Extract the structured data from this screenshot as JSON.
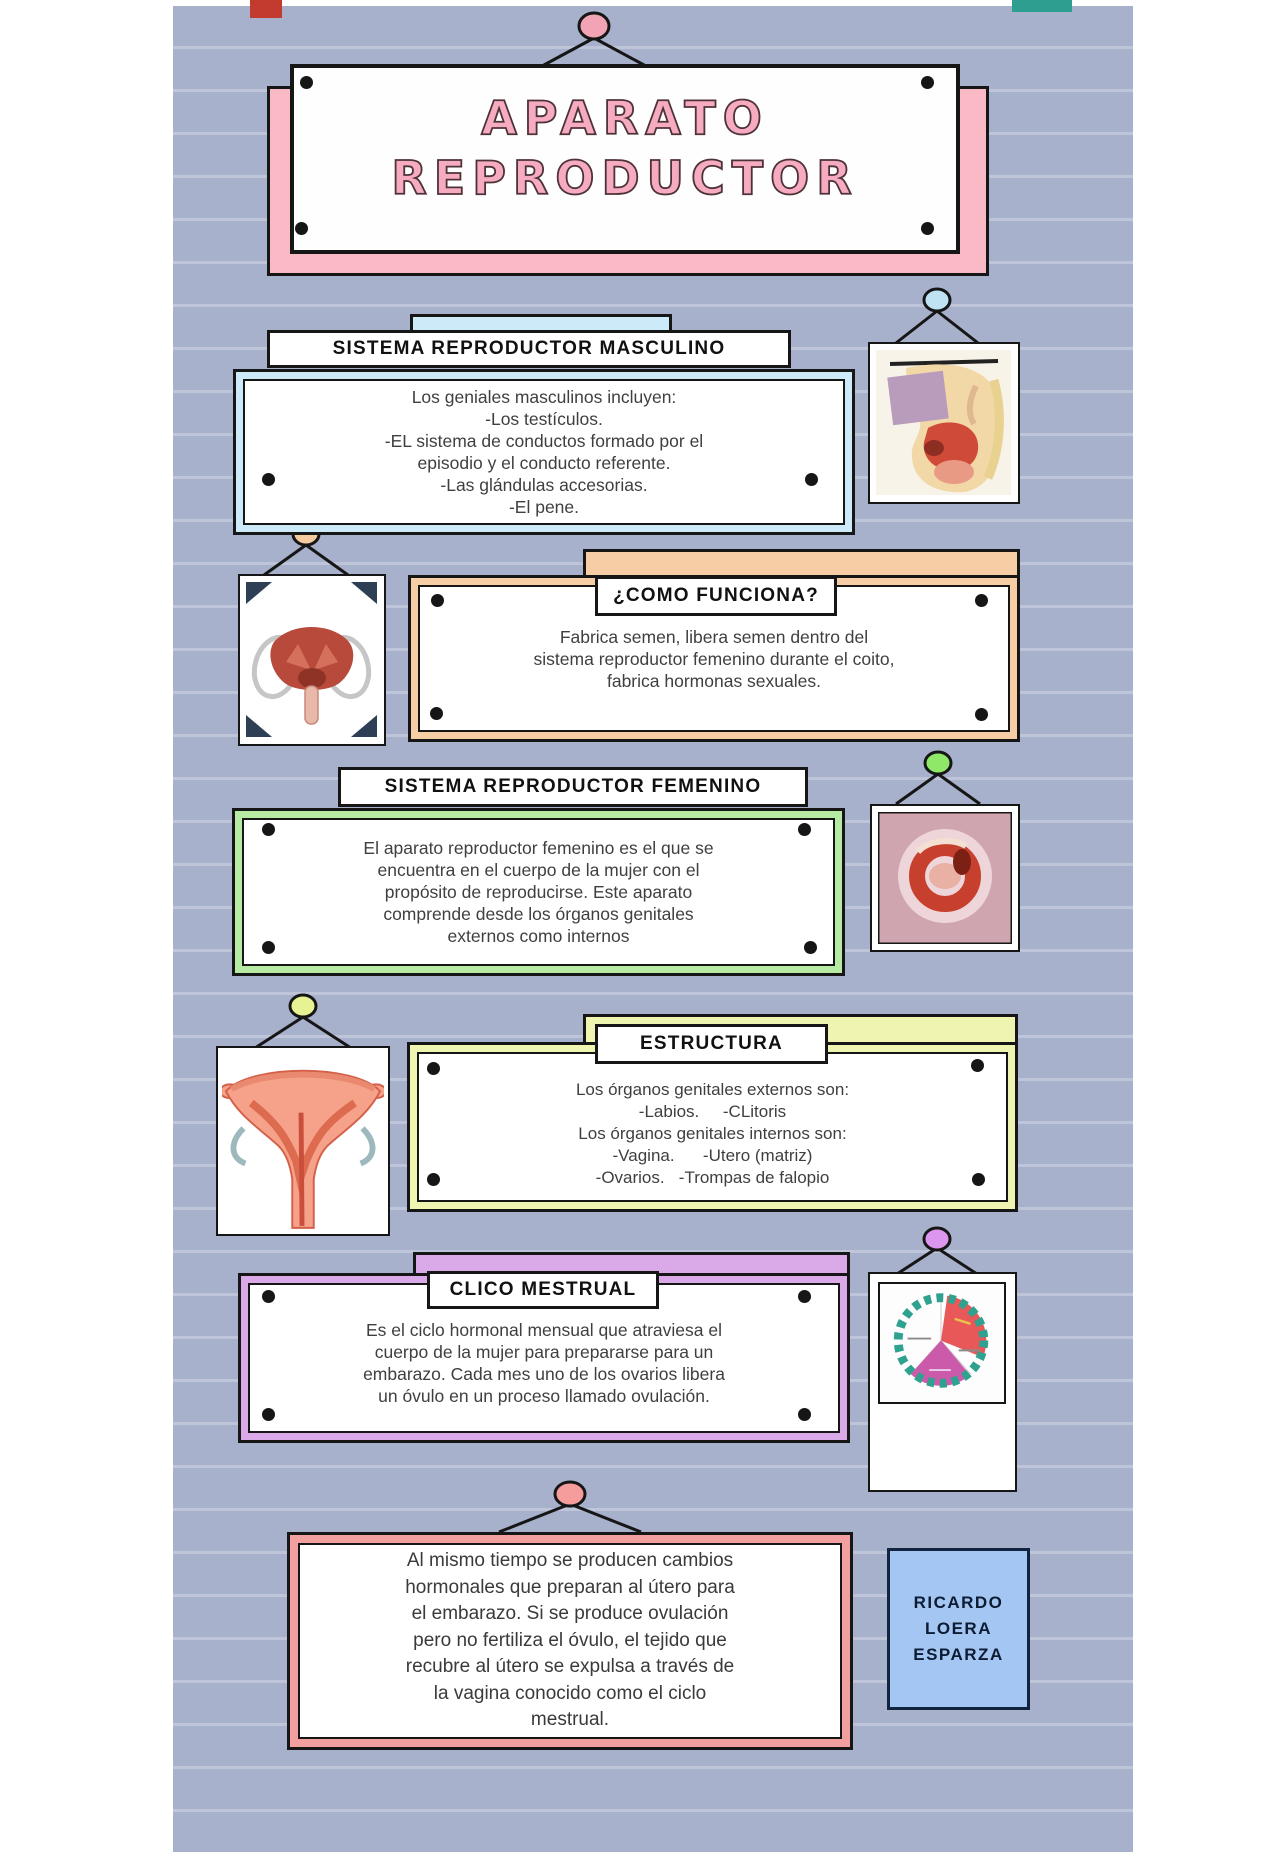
{
  "title": {
    "line1": "APARATO",
    "line2": "REPRODUCTOR"
  },
  "sections": {
    "masculino": {
      "header": "SISTEMA REPRODUCTOR MASCULINO",
      "body": "Los geniales masculinos incluyen:\n-Los testículos.\n-EL sistema de conductos formado por el\nepisodio y el conducto referente.\n-Las glándulas accesorias.\n-El pene."
    },
    "funciona": {
      "header": "¿COMO FUNCIONA?",
      "body": "Fabrica semen, libera semen dentro del\nsistema reproductor femenino durante el coito,\nfabrica hormonas sexuales."
    },
    "femenino": {
      "header": "SISTEMA REPRODUCTOR FEMENINO",
      "body": "El aparato reproductor femenino es el que se\nencuentra en el cuerpo de la mujer con el\npropósito de reproducirse. Este aparato\ncomprende desde los órganos genitales\nexternos como internos"
    },
    "estructura": {
      "header": "ESTRUCTURA",
      "body": "Los órganos genitales externos son:\n-Labios.     -CLitoris\nLos órganos genitales internos son:\n-Vagina.      -Utero (matriz)\n-Ovarios.   -Trompas de falopio"
    },
    "mestrual": {
      "header": "CLICO MESTRUAL",
      "body": "Es el ciclo hormonal mensual que atraviesa el\ncuerpo de la mujer para prepararse para un\nembarazo. Cada mes uno de los ovarios libera\nun óvulo en un proceso llamado ovulación."
    },
    "final": {
      "body": "Al mismo tiempo se producen cambios\nhormonales que preparan al útero para\nel embarazo. Si se produce ovulación\npero no fertiliza el óvulo, el tejido que\nrecubre al útero se expulsa a través de\nla vagina conocido como el ciclo\nmestrual."
    }
  },
  "credit": {
    "text": "RICARDO\nLOERA\nESPARZA"
  },
  "images": {
    "masculino_photo": "male-pelvis-sagittal-anatomy-photo",
    "funciona_photo": "male-reproductive-front-view-photo",
    "femenino_photo": "female-reproductive-circle-photo",
    "estructura_photo": "uterus-front-view-photo",
    "mestrual_photo": "menstrual-cycle-wheel-photo"
  },
  "colors": {
    "panel_background": "#a7b1cc",
    "outline": "#161616",
    "title_board_accent": "#f9bac6",
    "title_text": "#f6abc0",
    "masculino_accent": "#cdeaf8",
    "funciona_accent": "#f6cda4",
    "femenino_accent": "#b7eba4",
    "estructura_accent": "#eff5b0",
    "mestrual_accent": "#d9a9e8",
    "final_accent": "#f2a09f",
    "credit_background": "#a3c6f2",
    "pin_title": "#f2a4b4",
    "pin_masculino_photo": "#bfe3f2",
    "pin_funciona_photo": "#f7c99e",
    "pin_femenino_photo": "#90e868",
    "pin_estructura_photo": "#e7f292",
    "pin_mestrual_photo": "#dc96f0",
    "pin_final": "#f59d9d",
    "deco_red": "#c23b2e",
    "deco_teal": "#2d9e90"
  }
}
